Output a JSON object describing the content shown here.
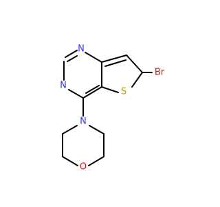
{
  "molecule": {
    "atoms": {
      "n_top": {
        "label": "N",
        "color": "#3333ff"
      },
      "n_left": {
        "label": "N",
        "color": "#3333ff"
      },
      "n_morph": {
        "label": "N",
        "color": "#3333ff"
      },
      "o_morph": {
        "label": "O",
        "color": "#ff0000"
      },
      "s_ring": {
        "label": "S",
        "color": "#b8a100"
      },
      "br": {
        "label": "Br",
        "color": "#a52a2a"
      }
    }
  }
}
